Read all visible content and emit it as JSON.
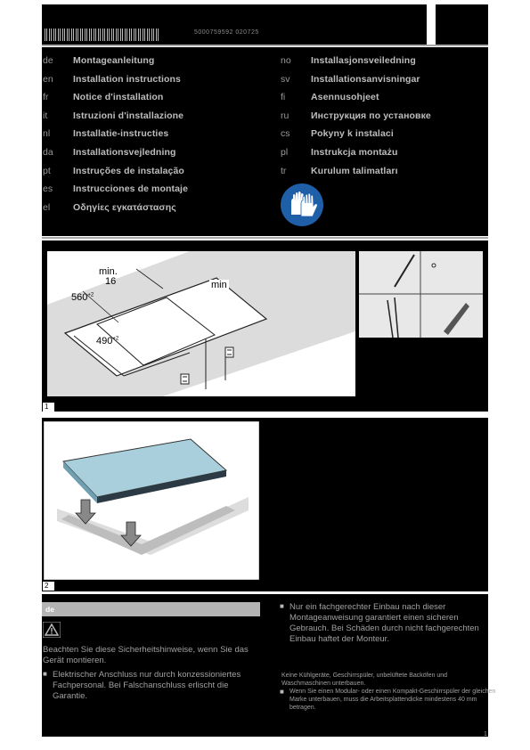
{
  "header": {
    "doc_number": "5000759592 020725"
  },
  "languages_left": [
    {
      "code": "de",
      "title": "Montageanleitung"
    },
    {
      "code": "en",
      "title": "Installation instructions"
    },
    {
      "code": "fr",
      "title": "Notice d'installation"
    },
    {
      "code": "it",
      "title": "Istruzioni d'installazione"
    },
    {
      "code": "nl",
      "title": "Installatie-instructies"
    },
    {
      "code": "da",
      "title": "Installationsvejledning"
    },
    {
      "code": "pt",
      "title": "Instruções de instalação"
    },
    {
      "code": "es",
      "title": "Instrucciones de montaje"
    },
    {
      "code": "el",
      "title": "Οδηγίες εγκατάστασης"
    }
  ],
  "languages_right": [
    {
      "code": "no",
      "title": "Installasjonsveiledning"
    },
    {
      "code": "sv",
      "title": "Installationsanvisningar"
    },
    {
      "code": "fi",
      "title": "Asennusohjeet"
    },
    {
      "code": "ru",
      "title": "Инструкция по установке"
    },
    {
      "code": "cs",
      "title": "Pokyny k instalaci"
    },
    {
      "code": "pl",
      "title": "Instrukcja montażu"
    },
    {
      "code": "tr",
      "title": "Kurulum talimatları"
    }
  ],
  "figure1": {
    "number": "1",
    "dim_min": "min.",
    "dim_16": "16",
    "dim_560": "560",
    "dim_560_sup": "+2",
    "dim_490": "490",
    "dim_490_sup": "+2",
    "label_min": "min"
  },
  "figure2": {
    "number": "2"
  },
  "section": {
    "lang": "de",
    "intro": "Beachten Sie diese Sicherheitshinweise, wenn Sie das Gerät montieren.",
    "bullets_left": [
      "Elektrischer Anschluss nur durch konzessioniertes Fachpersonal. Bei Falschanschluss erlischt die Garantie."
    ],
    "bullets_right": [
      "Nur ein fachgerechter Einbau nach dieser Montageanweisung garantiert einen sicheren Gebrauch. Bei Schäden durch nicht fachgerechten Einbau haftet der Monteur."
    ],
    "note_right": "Keine Kühlgeräte, Geschirrspüler, unbelüftete Backöfen und Waschmaschinen unterbauen.",
    "bullets_small": [
      "Wenn Sie einen Modular- oder einen Kompakt-Geschirrspüler der gleichen Marke unterbauen, muss die Arbeitsplattendicke mindestens 40 mm betragen."
    ],
    "page_number": "1"
  },
  "icons": {
    "gloves": "safety-gloves-icon",
    "warning": "warning-triangle-icon"
  },
  "colors": {
    "gloves_blue": "#1f5fa8",
    "glass_blue": "#a9cfdc"
  }
}
